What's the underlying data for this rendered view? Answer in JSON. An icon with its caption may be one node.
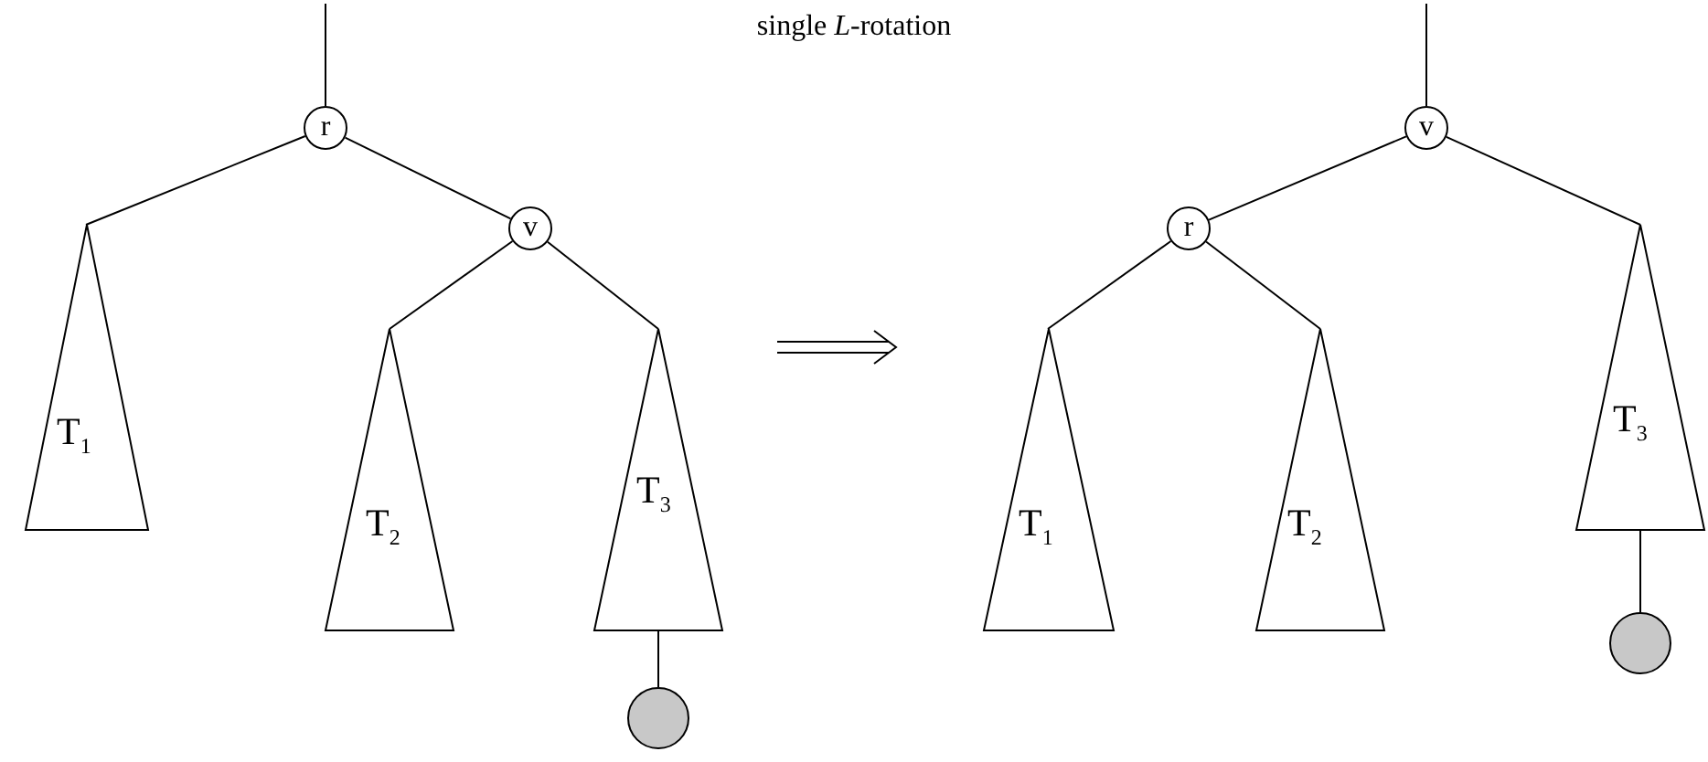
{
  "diagram": {
    "title": "single *L*-rotation",
    "nodes": [
      {
        "text": [
          "r"
        ]
      },
      {
        "text": [
          "v"
        ]
      },
      {
        "text": [
          "T$_{1}$"
        ]
      },
      {
        "text": [
          "T$_{2}$"
        ]
      },
      {
        "text": [
          "T$_{3}$"
        ]
      },
      {
        "text": [],
        "shape": "circle"
      },
      {
        "text": [
          "v"
        ]
      },
      {
        "text": [
          "r"
        ]
      },
      {
        "text": [
          "T$_{1}$"
        ]
      },
      {
        "text": [
          "T$_{2}$"
        ]
      },
      {
        "text": [
          "T$_{3}$"
        ]
      },
      {
        "text": [],
        "shape": "circle"
      }
    ],
    "edges": [
      {
        "from": null,
        "to": 0,
        "arrow": "none"
      },
      {
        "from": 0,
        "to": 2,
        "arrow": "none"
      },
      {
        "from": 0,
        "to": 1,
        "arrow": "none"
      },
      {
        "from": 1,
        "to": 3,
        "arrow": "none"
      },
      {
        "from": 1,
        "to": 4,
        "arrow": "none"
      },
      {
        "from": 4,
        "to": 5,
        "arrow": "none"
      },
      {
        "from": null,
        "to": 6,
        "arrow": "none"
      },
      {
        "from": 6,
        "to": 7,
        "arrow": "none"
      },
      {
        "from": 7,
        "to": 8,
        "arrow": "none"
      },
      {
        "from": 7,
        "to": 9,
        "arrow": "none"
      },
      {
        "from": 6,
        "to": 10,
        "arrow": "none"
      },
      {
        "from": 10,
        "to": 11,
        "arrow": "none"
      }
    ]
  }
}
